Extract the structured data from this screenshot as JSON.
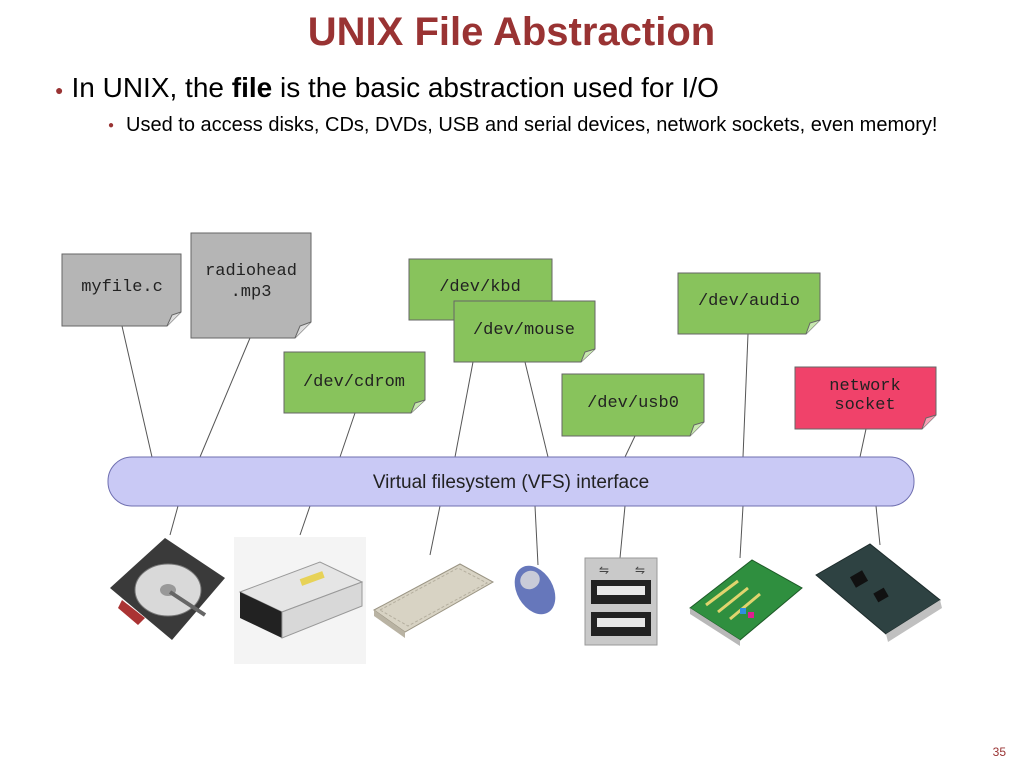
{
  "slide": {
    "title": "UNIX File Abstraction",
    "bullet1_pre": "In UNIX, the ",
    "bullet1_bold": "file",
    "bullet1_post": " is the basic abstraction used for I/O",
    "bullet2": "Used to access disks, CDs, DVDs, USB and serial devices, network sockets, even memory!",
    "page_number": "35"
  },
  "diagram": {
    "vfs_label": "Virtual filesystem (VFS) interface",
    "files": {
      "myfile": "myfile.c",
      "radiohead_line1": "radiohead",
      "radiohead_line2": ".mp3",
      "cdrom": "/dev/cdrom",
      "kbd": "/dev/kbd",
      "mouse": "/dev/mouse",
      "usb": "/dev/usb0",
      "audio": "/dev/audio",
      "network_line1": "network",
      "network_line2": "socket"
    },
    "colors": {
      "gray_note": "#b5b5b5",
      "green_note": "#88c35c",
      "red_note": "#f0426a",
      "vfs_fill": "#c9c9f5",
      "title": "#993333"
    }
  }
}
